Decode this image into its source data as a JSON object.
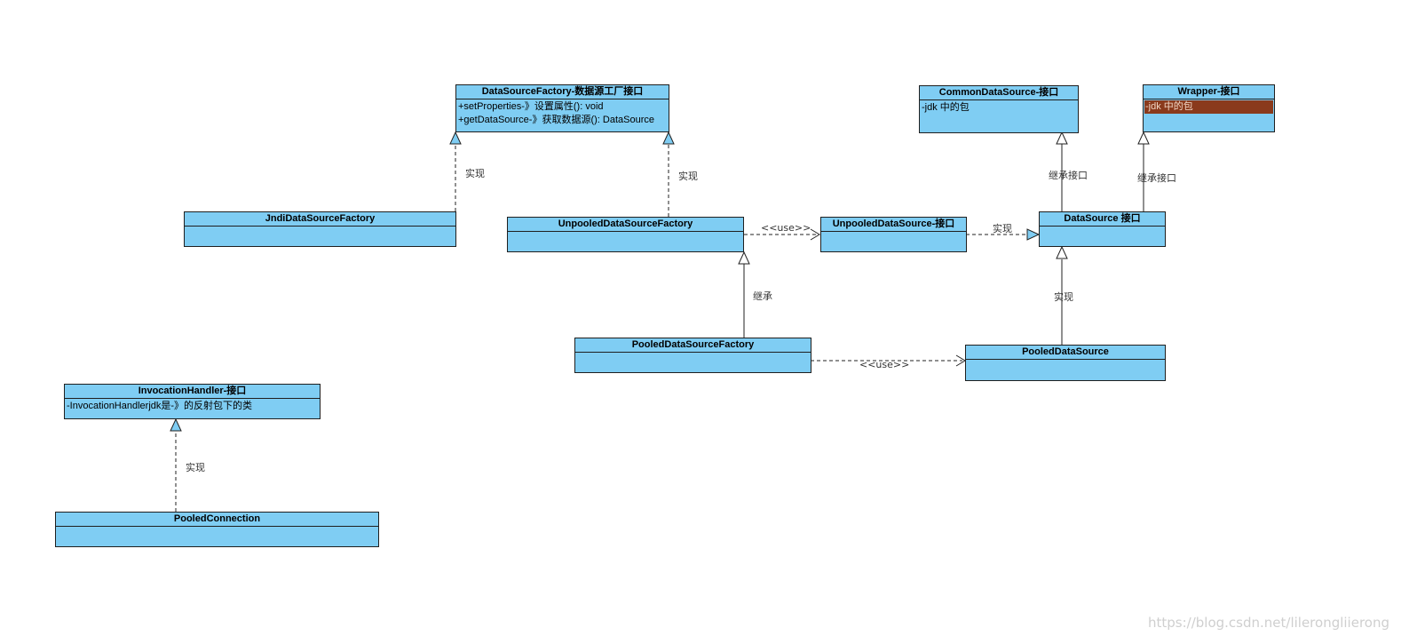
{
  "colors": {
    "class_fill": "#7fcdf3",
    "border": "#1f1f1f",
    "highlight_row": "#8a3a1c"
  },
  "classes": {
    "datasourcefactory": {
      "name": "DataSourceFactory-数据源工厂接口",
      "attrs": [
        "+setProperties-》设置属性(): void",
        "+getDataSource-》获取数据源(): DataSource"
      ]
    },
    "commondatasource": {
      "name": "CommonDataSource-接口",
      "attrs": [
        "-jdk 中的包"
      ]
    },
    "wrapper": {
      "name": "Wrapper-接口",
      "attrs": [
        "-jdk 中的包"
      ]
    },
    "jndidatasourcefactory": {
      "name": "JndiDataSourceFactory"
    },
    "unpooleddatasourcefactory": {
      "name": "UnpooledDataSourceFactory"
    },
    "unpooleddatasource": {
      "name": "UnpooledDataSource-接口"
    },
    "datasource": {
      "name": "DataSource 接口"
    },
    "pooleddatasourcefactory": {
      "name": "PooledDataSourceFactory"
    },
    "pooleddatasource": {
      "name": "PooledDataSource"
    },
    "invocationhandler": {
      "name": "InvocationHandler-接口",
      "attrs": [
        "-InvocationHandlerjdk是-》的反射包下的类"
      ]
    },
    "pooledconnection": {
      "name": "PooledConnection"
    }
  },
  "relations": {
    "jndi_realize": "实现",
    "unpooled_factory_realize": "实现",
    "common_inherit": "继承接口",
    "wrapper_inherit": "继承接口",
    "unpooled_factory_use": "<<use>>",
    "unpooled_ds_realize": "实现",
    "pooled_factory_inherit": "继承",
    "pooled_ds_realize": "实现",
    "pooled_factory_use": "<<use>>",
    "pooled_conn_realize": "实现"
  },
  "watermark": "https://blog.csdn.net/lilerongliierong"
}
